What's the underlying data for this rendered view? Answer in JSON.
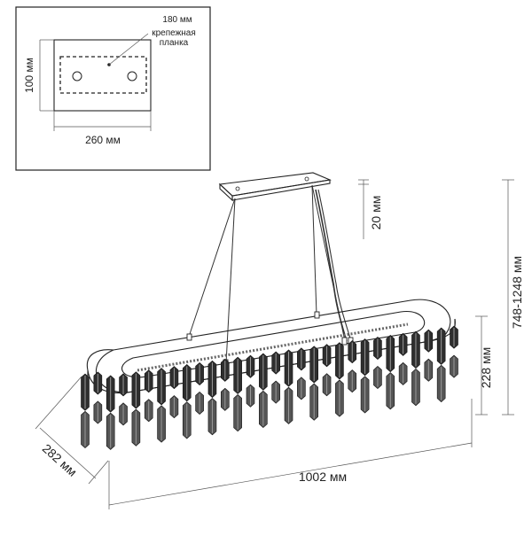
{
  "inset": {
    "plate_width_label": "260 мм",
    "plate_height_label": "100 мм",
    "mount_bar_length_label": "180 мм",
    "mount_bar_caption_line1": "крепежная",
    "mount_bar_caption_line2": "планка"
  },
  "main": {
    "length_label": "1002 мм",
    "depth_label": "282 мм",
    "canopy_height_label": "20 мм",
    "body_height_label": "228 мм",
    "total_height_label": "748-1248 мм"
  },
  "colors": {
    "line": "#222222",
    "dimension": "#555555",
    "crystal_dark": "#2e2e2e",
    "crystal_light": "#9a9a9a",
    "frame_fill": "#f4f4f4"
  }
}
